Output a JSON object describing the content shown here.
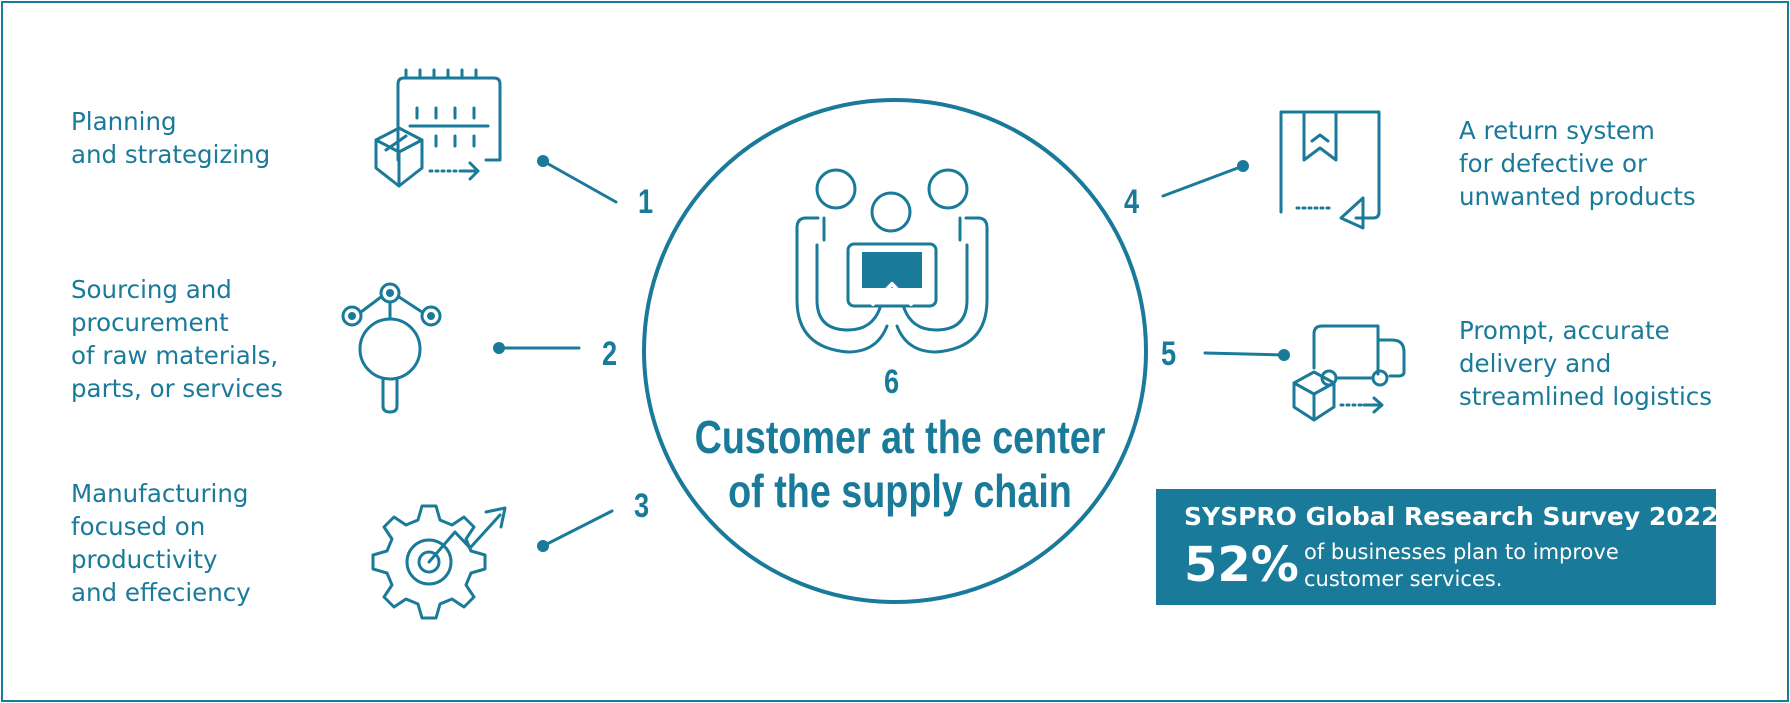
{
  "center": {
    "number": "6",
    "title_line1": "Customer at the center",
    "title_line2": "of the supply chain"
  },
  "items": [
    {
      "number": "1",
      "lines": [
        "Planning",
        "and strategizing"
      ],
      "icon": "calendar-box-icon"
    },
    {
      "number": "2",
      "lines": [
        "Sourcing and",
        "procurement",
        "of raw materials,",
        "parts, or services"
      ],
      "icon": "sourcing-network-icon"
    },
    {
      "number": "3",
      "lines": [
        "Manufacturing",
        "focused on",
        "productivity",
        "and effeciency"
      ],
      "icon": "gear-growth-icon"
    },
    {
      "number": "4",
      "lines": [
        "A return system",
        "for defective or",
        "unwanted products"
      ],
      "icon": "return-package-icon"
    },
    {
      "number": "5",
      "lines": [
        "Prompt, accurate",
        "delivery and",
        "streamlined logistics"
      ],
      "icon": "delivery-truck-icon"
    }
  ],
  "survey": {
    "title": "SYSPRO Global Research Survey 2022",
    "percent": "52%",
    "text_line1": "of businesses plan to improve",
    "text_line2": "customer services."
  },
  "colors": {
    "primary": "#1a7a99",
    "background": "#ffffff"
  }
}
